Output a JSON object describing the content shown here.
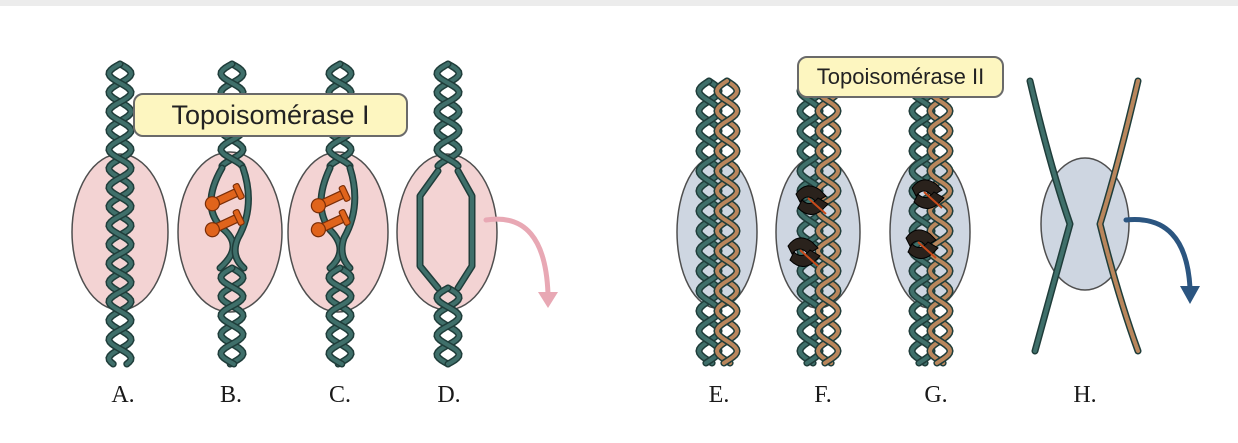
{
  "labels": {
    "topoisomerase_1": "Topoisomérase I",
    "topoisomerase_2": "Topoisomérase II"
  },
  "steps": [
    "A.",
    "B.",
    "C.",
    "D.",
    "E.",
    "F.",
    "G.",
    "H."
  ],
  "colors": {
    "dna_strand_teal": "#3f6f6a",
    "dna_strand_orange": "#b9865c",
    "zone_topo1_pink": "#f2cfcf",
    "zone_topo2_blue": "#c9d2de",
    "enzyme_orange": "#e0641c",
    "enzyme_dark": "#2a221c",
    "arrow_pink": "#e8a8b4",
    "arrow_blue": "#2b5580",
    "label_fill": "#fdf6c0"
  },
  "icons": [
    "rotation-arrow-icon",
    "enzyme-clamp-icon"
  ]
}
